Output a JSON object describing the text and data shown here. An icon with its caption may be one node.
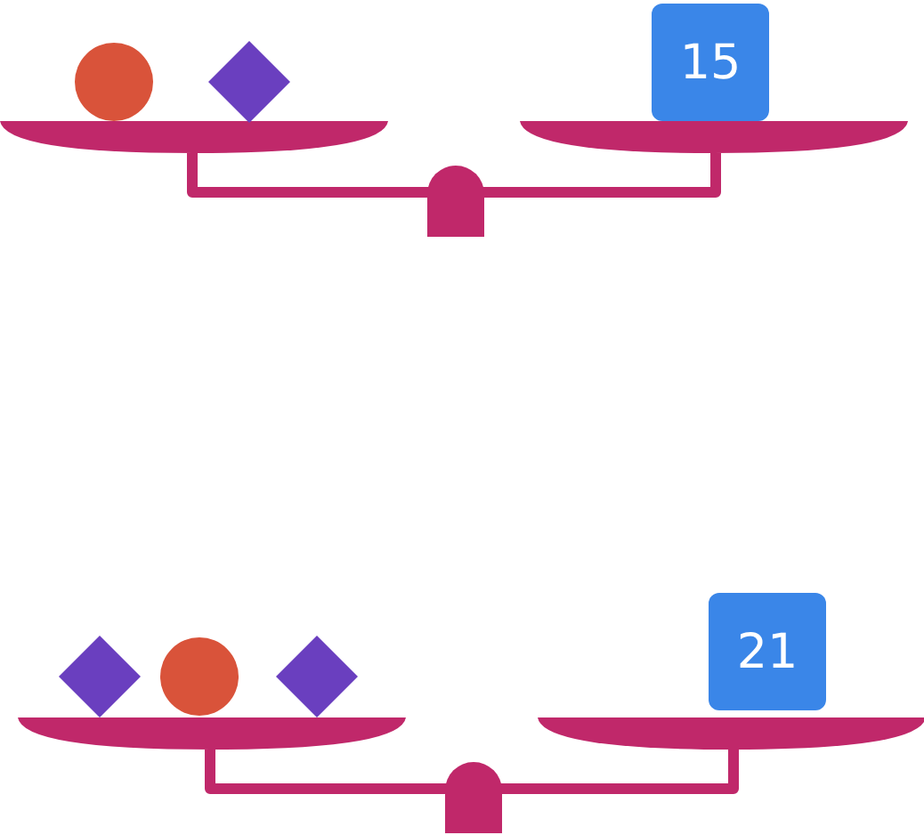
{
  "diagram": {
    "nodes": [
      {
        "text": [],
        "shape": "circle"
      },
      {
        "text": [],
        "shape": "diamond"
      },
      {
        "text": [
          "15"
        ]
      },
      {
        "text": [],
        "shape": "diamond"
      },
      {
        "text": [],
        "shape": "circle"
      },
      {
        "text": [],
        "shape": "diamond"
      },
      {
        "text": [
          "21"
        ]
      }
    ]
  }
}
